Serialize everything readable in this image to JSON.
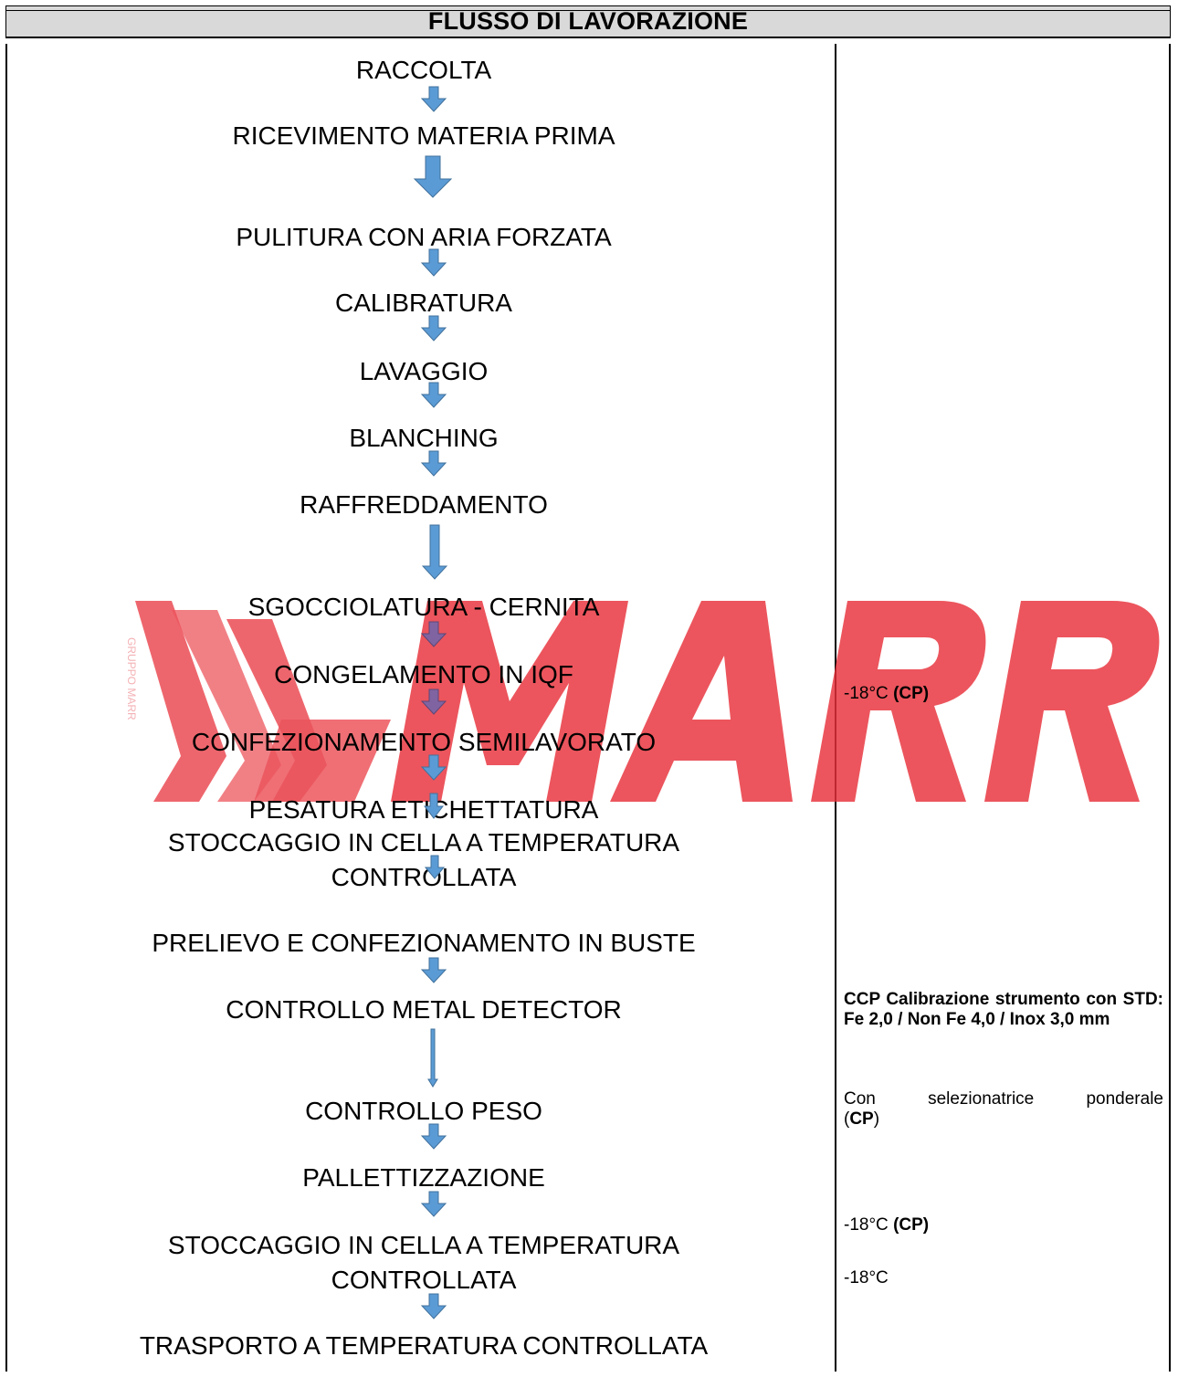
{
  "header": {
    "title": "FLUSSO DI LAVORAZIONE"
  },
  "watermark": {
    "text": "MARR",
    "sub_text": "GRUPPO MARR",
    "color": "#e8303a"
  },
  "steps": [
    "RACCOLTA",
    "RICEVIMENTO MATERIA PRIMA",
    "PULITURA CON ARIA FORZATA",
    "CALIBRATURA",
    "LAVAGGIO",
    "BLANCHING",
    "RAFFREDDAMENTO",
    "SGOCCIOLATURA - CERNITA",
    "CONGELAMENTO IN IQF",
    "CONFEZIONAMENTO SEMILAVORATO",
    "PESATURA ETICHETTATURA",
    "STOCCAGGIO IN CELLA   A TEMPERATURA CONTROLLATA",
    "PRELIEVO E CONFEZIONAMENTO IN BUSTE",
    "CONTROLLO METAL DETECTOR",
    "CONTROLLO PESO",
    "PALLETTIZZAZIONE",
    "STOCCAGGIO IN CELLA A TEMPERATURA CONTROLLATA",
    "TRASPORTO A TEMPERATURA CONTROLLATA"
  ],
  "notes": {
    "iqf": {
      "value": "-18°C ",
      "tag": "(CP)"
    },
    "metal_detector": "CCP Calibrazione strumento con STD: Fe 2,0 / Non Fe 4,0 / Inox 3,0 mm",
    "weight_line1": "Con selezionatrice ponderale",
    "weight_open": "(",
    "weight_tag": "CP",
    "weight_close": ")",
    "storage_cp": {
      "value": "-18°C ",
      "tag": "(CP)"
    },
    "storage_temp": "-18°C"
  },
  "colors": {
    "arrow": "#5b9bd5",
    "arrow_purple": "#8064a2",
    "header_bg": "#d9d9d9"
  }
}
